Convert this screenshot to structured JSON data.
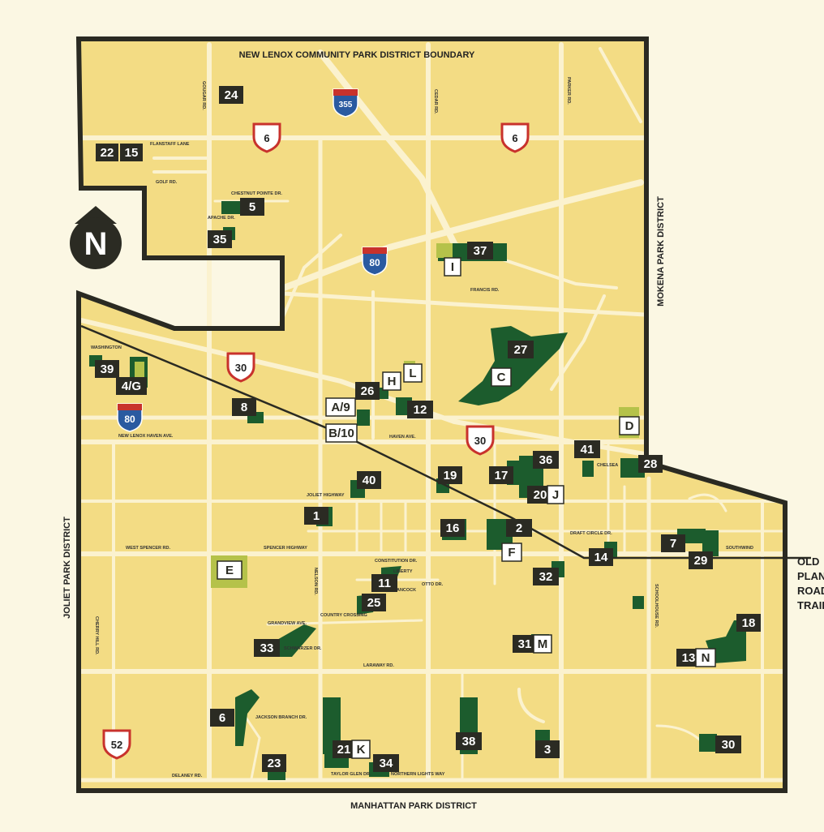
{
  "boundary_labels": {
    "north": "NEW LENOX COMMUNITY PARK DISTRICT BOUNDARY",
    "south": "MANHATTAN PARK DISTRICT",
    "east": "MOKENA PARK DISTRICT",
    "west": "JOLIET PARK DISTRICT"
  },
  "compass": "N",
  "trail_label": [
    "OLD",
    "PLANK",
    "ROAD",
    "TRAIL"
  ],
  "highway_shields": [
    {
      "id": "355",
      "type": "interstate"
    },
    {
      "id": "80",
      "type": "interstate"
    },
    {
      "id": "80",
      "type": "interstate"
    },
    {
      "id": "6",
      "type": "us"
    },
    {
      "id": "6",
      "type": "us"
    },
    {
      "id": "30",
      "type": "us"
    },
    {
      "id": "30",
      "type": "us"
    },
    {
      "id": "52",
      "type": "us"
    }
  ],
  "park_markers": [
    {
      "label": "24",
      "style": "dark"
    },
    {
      "label": "22",
      "style": "dark"
    },
    {
      "label": "15",
      "style": "dark"
    },
    {
      "label": "5",
      "style": "dark"
    },
    {
      "label": "35",
      "style": "dark"
    },
    {
      "label": "37",
      "style": "dark"
    },
    {
      "label": "I",
      "style": "light"
    },
    {
      "label": "27",
      "style": "dark"
    },
    {
      "label": "C",
      "style": "light"
    },
    {
      "label": "39",
      "style": "dark"
    },
    {
      "label": "4/G",
      "style": "dark"
    },
    {
      "label": "H",
      "style": "light"
    },
    {
      "label": "L",
      "style": "light"
    },
    {
      "label": "26",
      "style": "dark"
    },
    {
      "label": "8",
      "style": "dark"
    },
    {
      "label": "A/9",
      "style": "light"
    },
    {
      "label": "12",
      "style": "dark"
    },
    {
      "label": "B/10",
      "style": "light"
    },
    {
      "label": "D",
      "style": "light"
    },
    {
      "label": "41",
      "style": "dark"
    },
    {
      "label": "28",
      "style": "dark"
    },
    {
      "label": "36",
      "style": "dark"
    },
    {
      "label": "17",
      "style": "dark"
    },
    {
      "label": "19",
      "style": "dark"
    },
    {
      "label": "40",
      "style": "dark"
    },
    {
      "label": "20",
      "style": "dark"
    },
    {
      "label": "J",
      "style": "light"
    },
    {
      "label": "1",
      "style": "dark"
    },
    {
      "label": "16",
      "style": "dark"
    },
    {
      "label": "2",
      "style": "dark"
    },
    {
      "label": "7",
      "style": "dark"
    },
    {
      "label": "F",
      "style": "light"
    },
    {
      "label": "14",
      "style": "dark"
    },
    {
      "label": "29",
      "style": "dark"
    },
    {
      "label": "E",
      "style": "light"
    },
    {
      "label": "11",
      "style": "dark"
    },
    {
      "label": "32",
      "style": "dark"
    },
    {
      "label": "25",
      "style": "dark"
    },
    {
      "label": "18",
      "style": "dark"
    },
    {
      "label": "33",
      "style": "dark"
    },
    {
      "label": "31",
      "style": "dark"
    },
    {
      "label": "M",
      "style": "light"
    },
    {
      "label": "13",
      "style": "dark"
    },
    {
      "label": "N",
      "style": "light"
    },
    {
      "label": "6",
      "style": "dark"
    },
    {
      "label": "21",
      "style": "dark"
    },
    {
      "label": "K",
      "style": "light"
    },
    {
      "label": "38",
      "style": "dark"
    },
    {
      "label": "3",
      "style": "dark"
    },
    {
      "label": "30",
      "style": "dark"
    },
    {
      "label": "23",
      "style": "dark"
    },
    {
      "label": "34",
      "style": "dark"
    }
  ],
  "street_labels": [
    "FLANSTAFF LANE",
    "GOLF RD.",
    "CHESTNUT POINTE DR.",
    "APACHE DR.",
    "FRANCIS RD.",
    "WASHINGTON",
    "NEW LENOX HAVEN AVE.",
    "HAVEN AVE.",
    "JOLIET HIGHWAY",
    "WEST SPENCER RD.",
    "SPENCER HIGHWAY",
    "CONSTITUTION DR.",
    "LIBERTY",
    "HANCOCK",
    "OTTO DR.",
    "GRANDVIEW AVE.",
    "COUNTRY CROSSING",
    "SCHWARZER DR.",
    "LARAWAY RD.",
    "JACKSON BRANCH DR.",
    "DELANEY RD.",
    "TAYLOR GLEN DR.",
    "NORTHERN LIGHTS WAY",
    "CEDAR RD.",
    "GOUGAR RD.",
    "SCHOOLHOUSE RD.",
    "NELSON RD.",
    "PARKER RD.",
    "CHERRY HILL RD.",
    "DRAFT CIRCLE DR.",
    "SOUTHWIND",
    "CHELSEA"
  ],
  "colors": {
    "land": "#f3dc84",
    "road": "#fbf2cf",
    "park": "#1c5c2d",
    "park_light": "#b5c24a",
    "boundary": "#2a2a22",
    "marker_dark": "#2b2b23",
    "interstate_blue": "#2a5aa0",
    "interstate_red": "#c8322c",
    "us_shield_red": "#c8322c"
  }
}
